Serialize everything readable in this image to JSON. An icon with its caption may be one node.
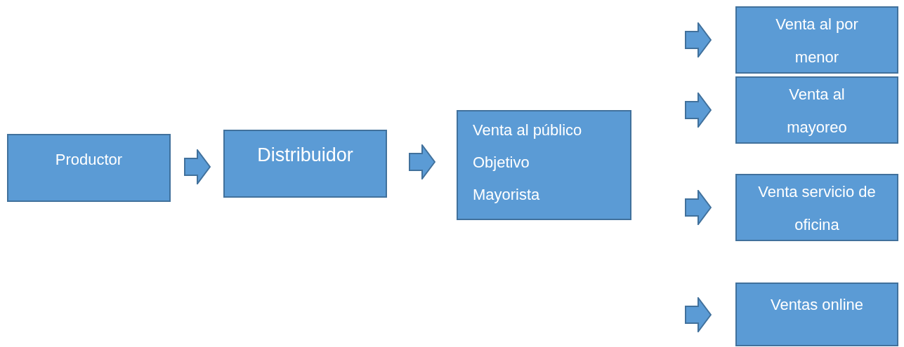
{
  "diagram": {
    "nodes": [
      {
        "text": [
          "Productor"
        ]
      },
      {
        "text": [
          "Distribuidor"
        ]
      },
      {
        "text": [
          "Venta al público",
          "Objetivo",
          "Mayorista"
        ]
      },
      {
        "text": [
          "Venta al por menor"
        ]
      },
      {
        "text": [
          "Venta al mayoreo"
        ]
      },
      {
        "text": [
          "Venta servicio de oficina"
        ]
      },
      {
        "text": [
          "Ventas online"
        ]
      }
    ],
    "edges": [
      {
        "from": 0,
        "to": 1,
        "arrow": "to"
      },
      {
        "from": 1,
        "to": 2,
        "arrow": "to"
      },
      {
        "from": null,
        "to": 3,
        "arrow": "to"
      },
      {
        "from": null,
        "to": 4,
        "arrow": "to"
      },
      {
        "from": null,
        "to": 5,
        "arrow": "to"
      },
      {
        "from": null,
        "to": 6,
        "arrow": "to"
      }
    ]
  }
}
